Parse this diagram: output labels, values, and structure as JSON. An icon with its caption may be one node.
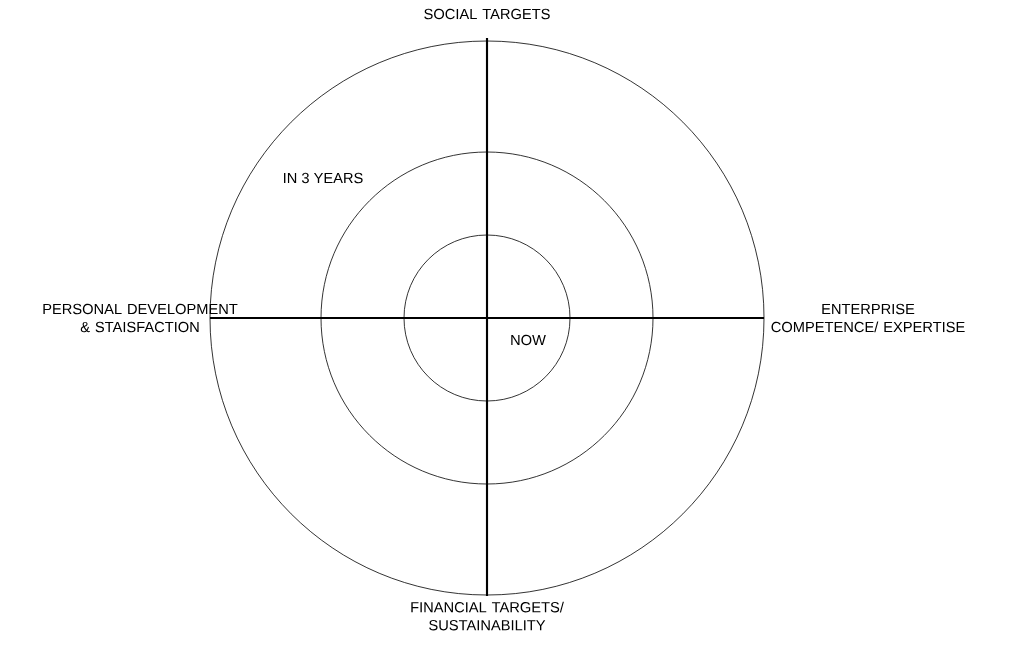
{
  "diagram": {
    "nodes": [
      {
        "text": [
          "IN 3 YEARS"
        ]
      },
      {
        "text": [],
        "shape": "circle",
        "in": 0
      },
      {
        "text": [
          "NOW"
        ],
        "in": 1
      }
    ],
    "labels": [
      "SOCIAL TARGETS",
      "PERSONAL DEVELOPMENT & STAISFACTION",
      "ENTERPRISE COMPETENCE/ EXPERTISE",
      "FINANCIAL TARGETS/ SUSTAINABILITY"
    ]
  }
}
